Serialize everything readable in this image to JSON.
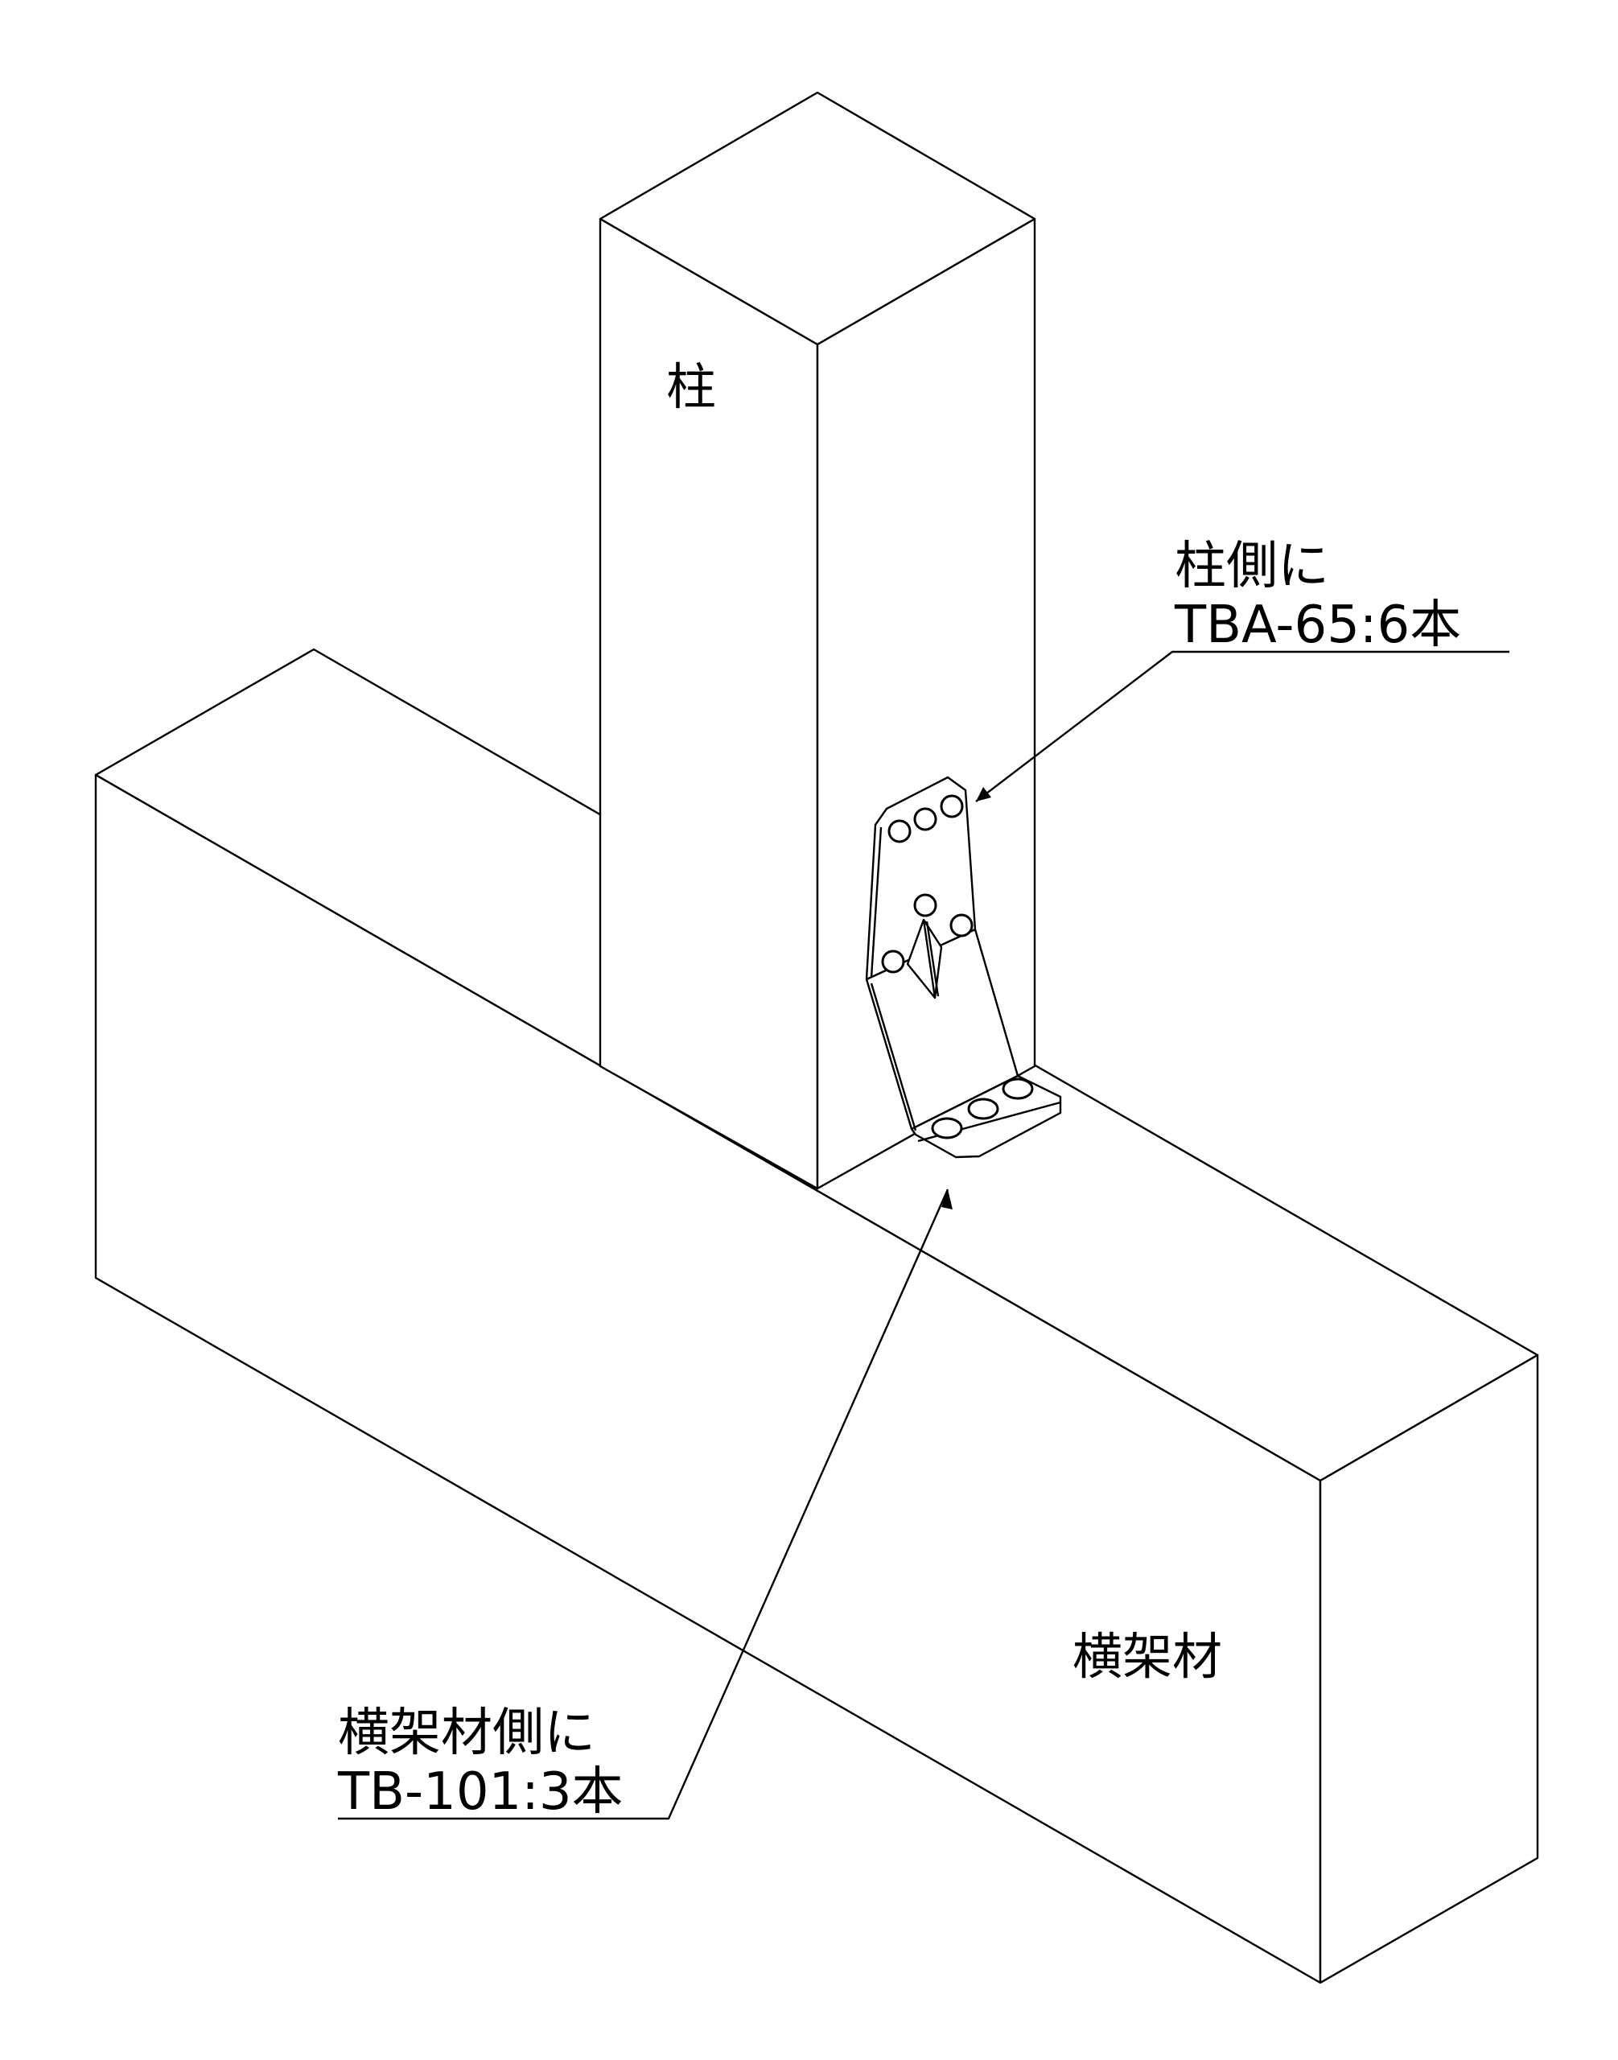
{
  "labels": {
    "column": "柱",
    "beam": "横架材"
  },
  "callouts": {
    "column_side": {
      "line1": "柱側に",
      "line2": "TBA-65:6本"
    },
    "beam_side": {
      "line1": "横架材側に",
      "line2": "TB-101:3本"
    }
  },
  "colors": {
    "line": "#000000",
    "background": "#ffffff"
  }
}
